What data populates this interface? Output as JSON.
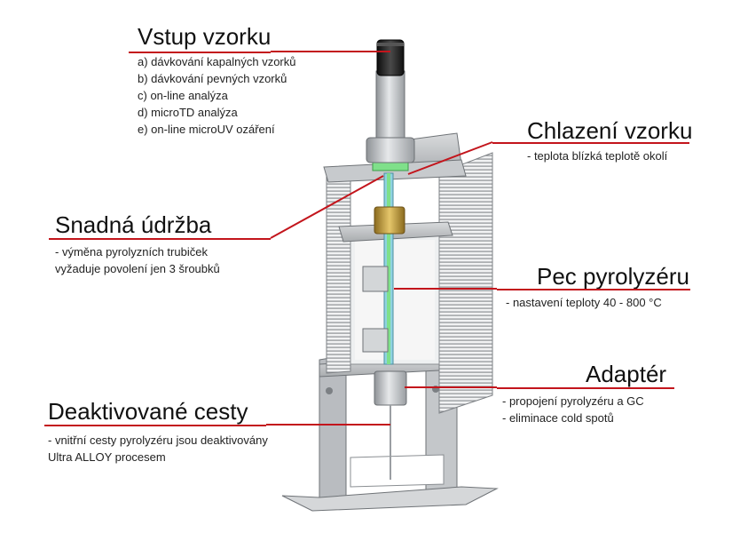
{
  "callouts": {
    "vstup": {
      "title": "Vstup vzorku",
      "items": [
        "a) dávkování kapalných vzorků",
        "b) dávkování pevných vzorků",
        "c) on-line analýza",
        "d) microTD analýza",
        "e) on-line microUV ozáření"
      ]
    },
    "chlazeni": {
      "title": "Chlazení vzorku",
      "items": [
        "- teplota blízká teplotě okolí"
      ]
    },
    "udrzba": {
      "title": "Snadná údržba",
      "items": [
        "- výměna pyrolyzních trubiček",
        "vyžaduje povolení jen 3 šroubků"
      ]
    },
    "pec": {
      "title": "Pec pyrolyzéru",
      "items": [
        "- nastavení teploty 40 - 800 °C"
      ]
    },
    "adapter": {
      "title": "Adaptér",
      "items": [
        "- propojení pyrolyzéru a GC",
        "- eliminace cold spotů"
      ]
    },
    "cesty": {
      "title": "Deaktivované cesty",
      "items": [
        "- vnitřní cesty pyrolyzéru jsou deaktivovány",
        "Ultra ALLOY procesem"
      ]
    }
  },
  "colors": {
    "accent_line": "#c3151c",
    "metal": "#b9bcc0",
    "green_seal": "#7fe08a",
    "brass": "#c9a341",
    "black_cap": "#1c1c1c"
  },
  "icons": {
    "device": "pyrolyzer-illustration"
  }
}
